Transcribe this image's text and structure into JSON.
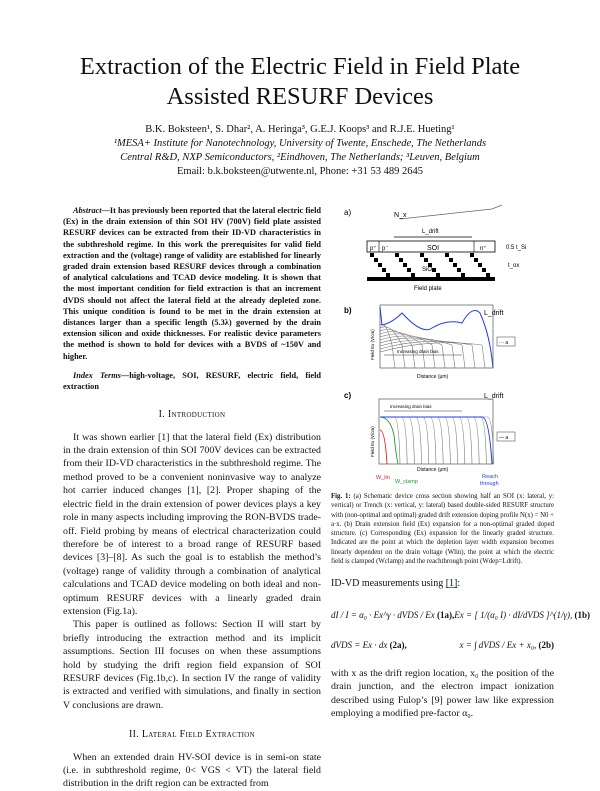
{
  "title": "Extraction of the Electric Field in Field Plate Assisted RESURF Devices",
  "authors": {
    "names": "B.K. Boksteen¹, S. Dhar², A. Heringa³, G.E.J. Koops³ and R.J.E. Hueting¹",
    "affiliation_1": "¹MESA+ Institute for Nanotechnology, University of Twente, Enschede, The Netherlands",
    "affiliation_2": "Central R&D, NXP Semiconductors, ²Eindhoven, The Netherlands; ³Leuven, Belgium",
    "email": "Email: b.k.boksteen@utwente.nl, Phone: +31 53 489 2645"
  },
  "abstract": {
    "label": "Abstract",
    "text": "—It has previously been reported that the lateral electric field (Ex) in the drain extension of thin SOI HV (700V) field plate assisted RESURF devices can be extracted from their ID-VD characteristics in the subthreshold regime. In this work the prerequisites for valid field extraction and the (voltage) range of validity are established for linearly graded drain extension based RESURF devices through a combination of analytical calculations and TCAD device modeling. It is shown that the most important condition for field extraction is that an increment dVDS should not affect the lateral field at the already depleted zone. This unique condition is found to be met in the drain extension at distances larger than a specific length (5.3λ) governed by the drain extension silicon and oxide thicknesses. For realistic device parameters the method is shown to hold for devices with a BVDS of ~150V and higher."
  },
  "index_terms": {
    "label": "Index Terms",
    "text": "—high-voltage, SOI, RESURF, electric field, field extraction"
  },
  "sections": [
    {
      "number": "I.",
      "heading": "Introduction",
      "paragraphs": [
        "It was shown earlier [1] that the lateral field (Ex) distribution in the drain extension of thin SOI 700V devices can be extracted from their ID-VD characteristics in the subthreshold regime. The method proved to be a convenient noninvasive way to analyze hot carrier induced changes [1], [2]. Proper shaping of the electric field in the drain extension of power devices plays a key role in many aspects including improving the RON-BVDS trade-off. Field probing by means of electrical characterization could therefore be of interest to a broad range of RESURF based devices [3]–[8]. As such the goal is to establish the method’s (voltage) range of validity through a combination of analytical calculations and TCAD device modeling on both ideal and non-optimum RESURF devices with a linearly graded drain extension (Fig.1a).",
        "This paper is outlined as follows: Section II will start by briefly introducing the extraction method and its implicit assumptions. Section III focuses on when these assumptions hold by studying the drift region field expansion of SOI RESURF devices (Fig.1b,c). In section IV the range of validity is extracted and verified with simulations, and finally in section V conclusions are drawn."
      ]
    },
    {
      "number": "II.",
      "heading": "Lateral Field Extraction",
      "paragraphs": [
        "When an extended drain HV-SOI device is in semi-on state (i.e. in subthreshold regime, 0< VGS < VT) the lateral field distribution in the drift region can be extracted from"
      ]
    }
  ],
  "figure": {
    "panel_a": {
      "label": "a)",
      "soi": "SOI",
      "p_region": "p⁻",
      "n_region": "n⁺",
      "p_plus": "p⁺",
      "box": "SiO₂",
      "ldrift": "L_drift",
      "tsi": "0.5 t_Si",
      "tox": "t_ox",
      "field_plate": "Field plate",
      "doping": "N_x"
    },
    "panel_b": {
      "label": "b)",
      "ldrift": "L_drift",
      "ylabel": "Field Ex (V/cm)",
      "xlabel": "Distance (μm)",
      "annotation": "Increasing drain bias",
      "legend": "··· a"
    },
    "panel_c": {
      "label": "c)",
      "ldrift": "L_drift",
      "ylabel": "Field Ex (V/cm)",
      "xlabel": "Distance (μm)",
      "annotation": "Increasing drain bias",
      "legend": "— a",
      "w_lin": "W_lin",
      "w_clamp": "W_clamp",
      "reach": "Reach",
      "through": "through"
    },
    "colors": {
      "red": "#e0201b",
      "green": "#1c9a2a",
      "blue": "#1f3cf0",
      "gray": "#777777"
    },
    "caption_label": "Fig. 1:",
    "caption": " (a) Schematic device cross section showing half an SOI (x: lateral, y: vertical) or Trench (x: vertical, y: lateral) based double-sided RESURF structure with (non-optimal and optimal) graded drift extension doping profile N(x) = N0 + a·x. (b) Drain extension field (Ex) expansion for a non-optimal graded doped structure. (c) Corresponding (Ex) expansion for the linearly graded structure. Indicated are the point at which the depletion layer width expansion becomes linearly dependent on the drain voltage (Wlin), the point at which the electric field is clamped (Wclamp) and the reachthrough point (Wdep=Ldrift)."
  },
  "measurements_line": {
    "text": "ID-VD measurements using ",
    "ref": "[1]",
    "tail": ":"
  },
  "equations": [
    {
      "expr": "dI / I = α₀ · Ex^γ · dVDS / Ex",
      "label": "(1a),"
    },
    {
      "expr": "Ex = [ 1/(α₀ I) · dI/dVDS ]^(1/γ),",
      "label": "(1b)"
    },
    {
      "expr": "dVDS = Ex · dx",
      "label": "(2a),"
    },
    {
      "expr": "x = ∫ dVDS / Ex + x₀,",
      "label": "(2b)"
    }
  ],
  "right_text": "with x as the drift region location, x₀ the position of the drain junction, and the electron impact ionization described using Fulop’s [9] power law like expression employing a modified pre-factor α₀."
}
